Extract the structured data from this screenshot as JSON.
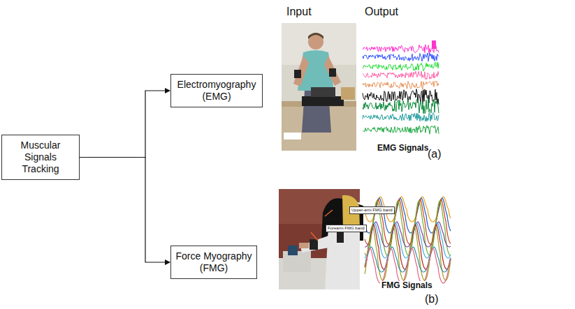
{
  "diagram": {
    "nodes": [
      {
        "text": [
          "Muscular Signals Tracking"
        ]
      },
      {
        "text": [
          "Electromyography (EMG)"
        ]
      },
      {
        "text": [
          "Force Myography (FMG)"
        ]
      }
    ],
    "edges": [
      {
        "from": 0,
        "to": 1,
        "arrow": "to"
      },
      {
        "from": 0,
        "to": 2,
        "arrow": "to"
      }
    ],
    "labels": [
      "Input",
      "Output",
      "EMG Signals",
      "(a)",
      "Upper-arm FMG band",
      "Forearm FMG band",
      "FMG Signals",
      "(b)"
    ]
  }
}
